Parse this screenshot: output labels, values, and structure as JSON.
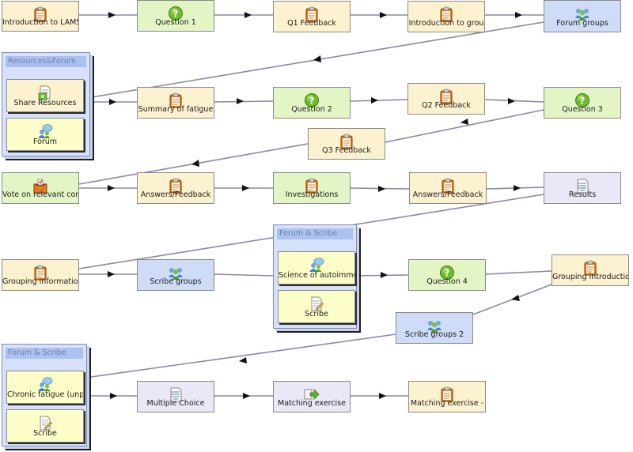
{
  "colors": {
    "connector": "#8888aa",
    "doc": "#fdf2d0",
    "question": "#e4f5c5",
    "groups": "#cfdcf8",
    "choice": "#e9e8f6",
    "subitem": "#fefec8",
    "group_frame": "#d7e2fa"
  },
  "activities": {
    "intro_lams": {
      "label": "Introduction to LAMS",
      "icon": "notebook-icon"
    },
    "question1": {
      "label": "Question 1",
      "icon": "question-icon"
    },
    "q1_feedback": {
      "label": "Q1 Feedback",
      "icon": "notebook-icon"
    },
    "intro_groups": {
      "label": "Introduction to grou",
      "icon": "notebook-icon"
    },
    "forum_groups": {
      "label": "Forum groups",
      "icon": "people-icon"
    },
    "summary_fatigue": {
      "label": "Summary of fatigue",
      "icon": "notebook-icon"
    },
    "question2": {
      "label": "Question 2",
      "icon": "question-icon"
    },
    "q2_feedback": {
      "label": "Q2 Feedback",
      "icon": "notebook-icon"
    },
    "question3": {
      "label": "Question 3",
      "icon": "question-icon"
    },
    "q3_feedback": {
      "label": "Q3 Feedback",
      "icon": "notebook-icon"
    },
    "vote": {
      "label": "Vote on relevant com",
      "icon": "vote-icon"
    },
    "answers1": {
      "label": "Answers/Feedback",
      "icon": "notebook-icon"
    },
    "investigations": {
      "label": "Investigations",
      "icon": "notebook-icon"
    },
    "answers2": {
      "label": "Answers/Feedback",
      "icon": "notebook-icon"
    },
    "results": {
      "label": "Results",
      "icon": "list-icon"
    },
    "grouping_info": {
      "label": "Grouping information",
      "icon": "notebook-icon"
    },
    "scribe_groups": {
      "label": "Scribe groups",
      "icon": "people-icon"
    },
    "question4": {
      "label": "Question 4",
      "icon": "question-icon"
    },
    "grouping_intro": {
      "label": "Grouping introduction",
      "icon": "notebook-icon"
    },
    "scribe_groups2": {
      "label": "Scribe groups 2",
      "icon": "people-icon"
    },
    "multiple_choice": {
      "label": "Multiple Choice",
      "icon": "list-icon"
    },
    "matching": {
      "label": "Matching exercise",
      "icon": "arrow-icon"
    },
    "matching_dash": {
      "label": "Matching exercise -",
      "icon": "notebook-icon"
    }
  },
  "groups": {
    "resources_forum": {
      "title": "Resources&Forum",
      "items": [
        {
          "label": "Share Resources",
          "icon": "share-icon"
        },
        {
          "label": "Forum",
          "icon": "forum-icon"
        }
      ]
    },
    "forum_scribe1": {
      "title": "Forum & Scribe",
      "items": [
        {
          "label": "Science of autoimmun",
          "icon": "forum-icon"
        },
        {
          "label": "Scribe",
          "icon": "scribe-icon"
        }
      ]
    },
    "forum_scribe2": {
      "title": "Forum & Scribe",
      "items": [
        {
          "label": "Chronic fatigue (unp",
          "icon": "forum-icon"
        },
        {
          "label": "Scribe",
          "icon": "scribe-icon"
        }
      ]
    }
  }
}
